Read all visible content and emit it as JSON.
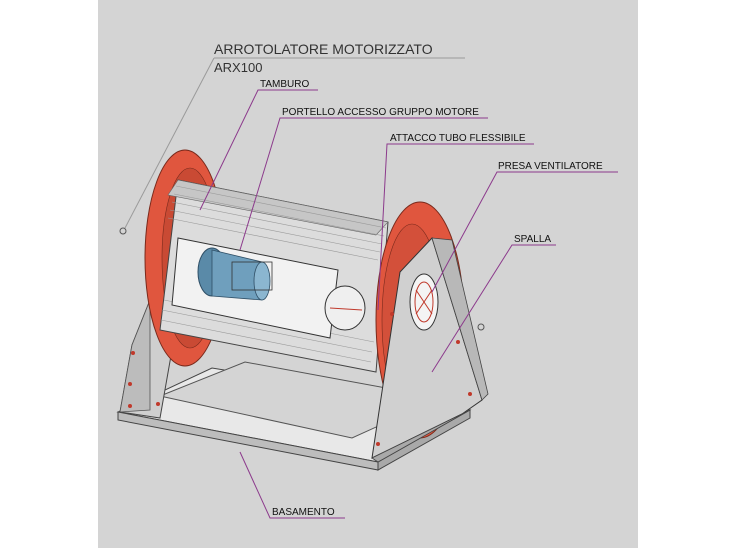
{
  "title": {
    "main": "ARROTOLATORE MOTORIZZATO",
    "model": "ARX100"
  },
  "labels": {
    "tamburo": "TAMBURO",
    "portello": "PORTELLO ACCESSO GRUPPO MOTORE",
    "attacco": "ATTACCO TUBO FLESSIBILE",
    "presa": "PRESA VENTILATORE",
    "spalla": "SPALLA",
    "basamento": "BASAMENTO"
  },
  "colors": {
    "panel": "#d4d4d4",
    "flange": "#e0563e",
    "leader": "#8c3a8c",
    "frame": "#c8c8c8"
  }
}
